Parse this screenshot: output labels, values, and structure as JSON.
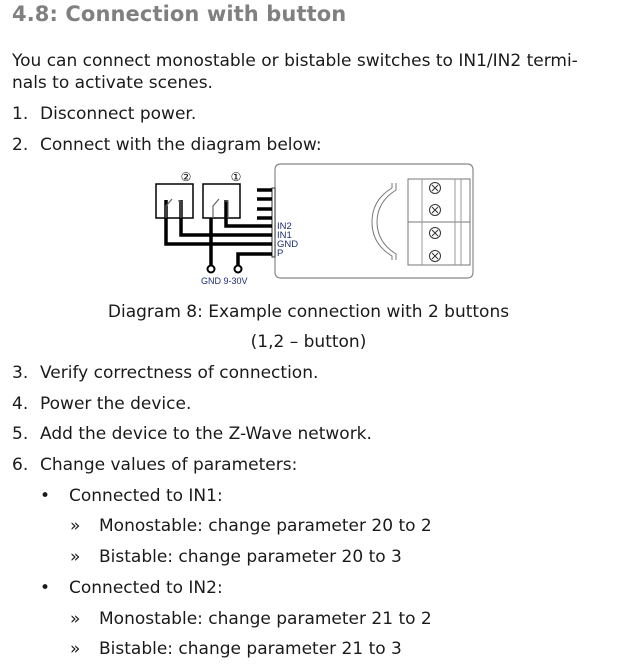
{
  "heading": "4.8: Connection with button",
  "intro": [
    "You can connect monostable or bistable switches to IN1/IN2 termi-",
    "nals to activate scenes."
  ],
  "steps": [
    {
      "n": "1.",
      "text": "Disconnect power."
    },
    {
      "n": "2.",
      "text": "Connect with the diagram below:"
    },
    {
      "n": "3.",
      "text": "Verify correctness of connection."
    },
    {
      "n": "4.",
      "text": "Power the device."
    },
    {
      "n": "5.",
      "text": "Add the device to the Z-Wave network."
    },
    {
      "n": "6.",
      "text": "Change values of parameters:"
    }
  ],
  "diagram": {
    "switch_labels": [
      "②",
      "①"
    ],
    "terminals": [
      "IN2",
      "IN1",
      "GND",
      "P"
    ],
    "supply_labels": "GND 9-30V",
    "caption": [
      "Diagram 8: Example connection with 2 buttons",
      "(1,2 – button)"
    ]
  },
  "params": [
    {
      "bullet": "•",
      "label": "Connected to IN1:",
      "items": [
        {
          "mark": "»",
          "text": "Monostable: change parameter 20 to 2"
        },
        {
          "mark": "»",
          "text": "Bistable: change parameter 20 to 3"
        }
      ]
    },
    {
      "bullet": "•",
      "label": "Connected to IN2:",
      "items": [
        {
          "mark": "»",
          "text": "Monostable: change parameter 21 to 2"
        },
        {
          "mark": "»",
          "text": "Bistable: change parameter 21 to 3"
        }
      ]
    }
  ],
  "colors": {
    "heading": "#808080",
    "text": "#1a1a1a",
    "diagram_label": "#1c2d6e"
  }
}
